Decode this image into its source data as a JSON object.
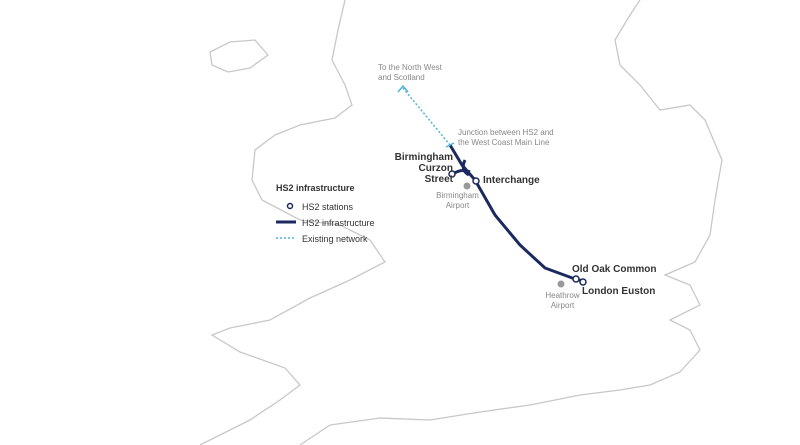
{
  "legend": {
    "title": "HS2 infrastructure",
    "items": [
      {
        "label": "HS2 stations"
      },
      {
        "label": "HS2 infrastructure"
      },
      {
        "label": "Existing network"
      }
    ]
  },
  "annotations": {
    "north": "To the North West and Scotland",
    "junction": "Junction between HS2 and the West Coast Main Line",
    "bham_airport": "Birmingham Airport",
    "heathrow": "Heathrow Airport"
  },
  "stations": {
    "curzon": "Birmingham Curzon Street",
    "interchange": "Interchange",
    "old_oak": "Old Oak Common",
    "euston": "London Euston"
  },
  "colors": {
    "hs2": "#1b2a5e",
    "existing": "#4fb3d9",
    "coast": "#c8c8c8"
  }
}
